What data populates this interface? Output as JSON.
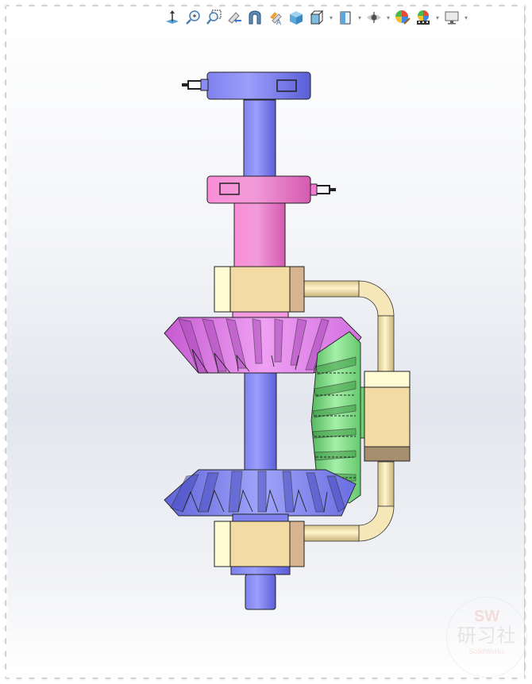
{
  "app": {
    "view": "SolidWorks graphics area",
    "background_top": "#ffffff",
    "background_mid": "#e3e6ee"
  },
  "heads_up_toolbar": {
    "items": [
      {
        "name": "view-orientation-normal",
        "icon": "arrow-up-plane-icon",
        "has_dropdown": false
      },
      {
        "name": "zoom-to-fit",
        "icon": "zoom-fit-icon",
        "has_dropdown": false
      },
      {
        "name": "zoom-to-area",
        "icon": "zoom-area-icon",
        "has_dropdown": false
      },
      {
        "name": "previous-view",
        "icon": "previous-view-icon",
        "has_dropdown": false
      },
      {
        "name": "section-view",
        "icon": "section-view-icon",
        "has_dropdown": false
      },
      {
        "name": "dynamic-annotation-views",
        "icon": "annotation-view-icon",
        "has_dropdown": false
      },
      {
        "name": "view-orientation",
        "icon": "cube-icon",
        "has_dropdown": false
      },
      {
        "name": "display-style",
        "icon": "display-style-icon",
        "has_dropdown": true
      },
      {
        "name": "hide-show-items",
        "icon": "box-half-icon",
        "has_dropdown": true
      },
      {
        "name": "edit-appearance",
        "icon": "eye-icon",
        "has_dropdown": true
      },
      {
        "name": "apply-scene",
        "icon": "appearance-ball-icon",
        "has_dropdown": false
      },
      {
        "name": "view-settings",
        "icon": "scene-ball-icon",
        "has_dropdown": true
      },
      {
        "name": "monitor",
        "icon": "monitor-icon",
        "has_dropdown": true
      }
    ]
  },
  "model": {
    "description": "Bevel gear assembly with vertical shaft, two bevel gears, side pinion gear, bearing blocks and connecting pipe",
    "colors": {
      "shaft_blue": "#8a8cf2",
      "collar_pink": "#f07ad2",
      "bevel_gear_pink": "#e288ec",
      "bevel_gear_blue": "#8c90f4",
      "pinion_green": "#84e08c",
      "bearing_tan": "#f3dca3",
      "bearing_light": "#fff8d0",
      "bearing_dark": "#d8b48e",
      "pipe": "#f3e4b0",
      "outline": "#1a1a1a"
    },
    "components": [
      "top-collar-blue",
      "shaft-upper",
      "collar-pink",
      "shaft-pink",
      "bearing-upper",
      "bevel-gear-pink",
      "shaft-middle",
      "pinion-gear-green",
      "bearing-side",
      "bevel-gear-blue",
      "bearing-lower",
      "shaft-bottom",
      "pipe-frame"
    ]
  },
  "watermark": {
    "logo": "SW",
    "chinese": "研习社",
    "sub": "SolidWorks"
  }
}
